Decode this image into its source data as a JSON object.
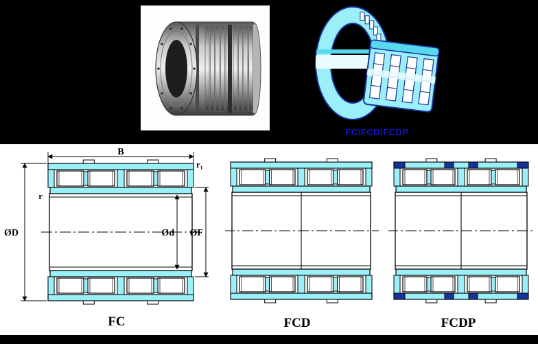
{
  "header": {
    "cad_caption": "FC\\FCD\\FCDP"
  },
  "diagrams": {
    "fc": {
      "label": "FC",
      "dims": {
        "B": "B",
        "r1": "r₁",
        "r": "r",
        "OD": "ØD",
        "Od": "Ød",
        "OF": "ØF"
      }
    },
    "fcd": {
      "label": "FCD"
    },
    "fcdp": {
      "label": "FCDP"
    }
  },
  "colors": {
    "cyan": "#9BEFF8",
    "cyan_dark": "#57D8EE",
    "navy": "#16339B",
    "caption_blue": "#1414CC",
    "outline": "#000000",
    "panel_bg": "#FFFFFF",
    "page_bg": "#000000"
  }
}
